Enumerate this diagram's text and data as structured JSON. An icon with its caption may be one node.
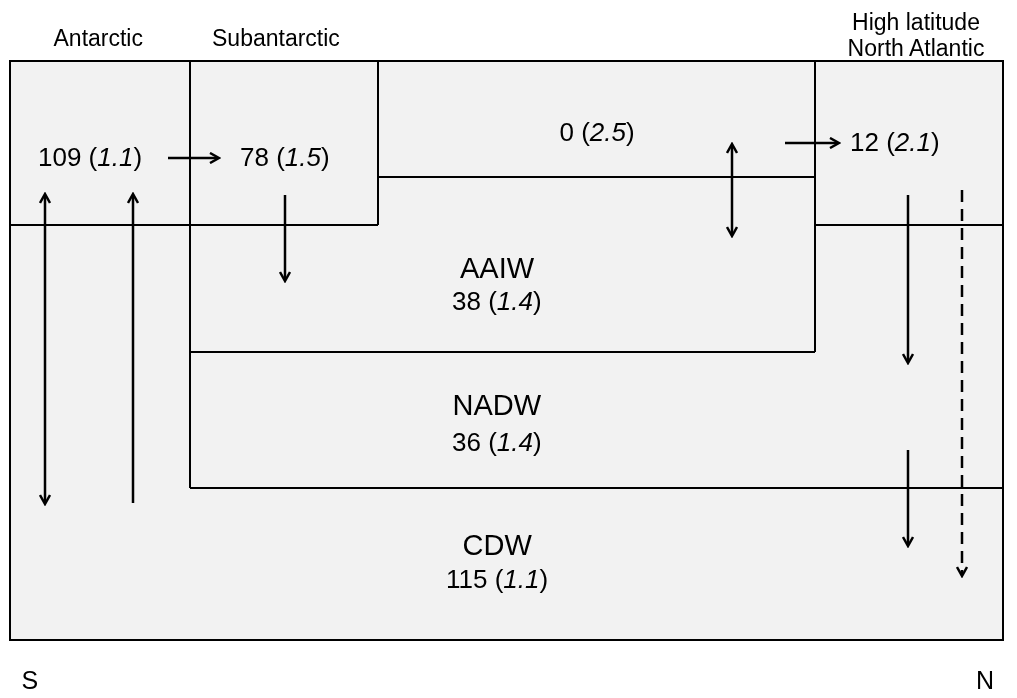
{
  "diagram": {
    "nodes": [
      {
        "text": [
          "Antarctic",
          "109 (*1.1*)"
        ]
      },
      {
        "text": [
          "Subantarctic",
          "78 (*1.5*)"
        ]
      },
      {
        "text": [
          "0 (*2.5*)"
        ]
      },
      {
        "text": [
          "High latitude North Atlantic",
          "12 (*2.1*)"
        ]
      },
      {
        "text": [
          "AAIW",
          "38 (*1.4*)"
        ]
      },
      {
        "text": [
          "NADW",
          "36 (*1.4*)"
        ]
      },
      {
        "text": [
          "CDW",
          "115 (*1.1*)"
        ]
      }
    ],
    "edges": [
      {
        "from": 0,
        "to": 1,
        "arrow": "to"
      },
      {
        "from": 2,
        "to": 3,
        "arrow": "to"
      },
      {
        "from": 0,
        "to": 6,
        "arrow": "both"
      },
      {
        "from": 6,
        "to": 0,
        "arrow": "to"
      },
      {
        "from": 1,
        "to": 4,
        "arrow": "to"
      },
      {
        "from": 2,
        "to": 4,
        "arrow": "both"
      },
      {
        "from": 3,
        "to": 5,
        "arrow": "to"
      },
      {
        "from": 5,
        "to": 6,
        "arrow": "to"
      },
      {
        "from": 3,
        "to": 6,
        "arrow": "to",
        "style": "dashed"
      }
    ],
    "labels": [
      "S",
      "N"
    ]
  }
}
